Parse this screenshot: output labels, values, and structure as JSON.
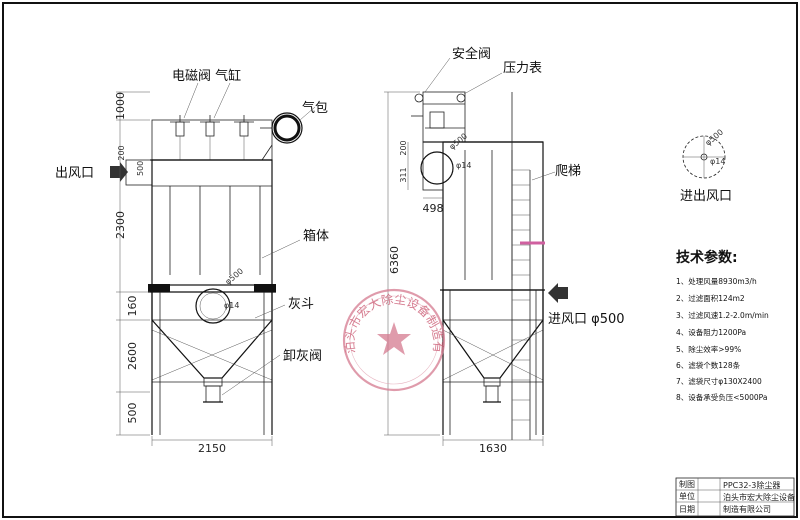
{
  "drawing": {
    "front_view": {
      "label_solenoid_cylinder": "电磁阀 气缸",
      "label_air_bag": "气包",
      "label_outlet": "出风口",
      "label_box": "箱体",
      "label_hopper": "灰斗",
      "label_discharge_valve": "卸灰阀",
      "dim_width": "2150",
      "dim_top": "1000",
      "dim_outlet_200": "200",
      "dim_outlet_500": "500",
      "dim_box": "2300",
      "dim_hopper_160": "160",
      "dim_hopper_2600": "2600",
      "dim_leg_500": "500",
      "inlet_dia": "φ500",
      "inlet_small": "φ14"
    },
    "side_view": {
      "label_safety_valve": "安全阀",
      "label_pressure_gauge": "压力表",
      "label_ladder": "爬梯",
      "label_inlet": "进风口 φ500",
      "dim_total": "6360",
      "dim_width": "1630",
      "dim_498": "498",
      "dim_311": "311",
      "dim_200": "200",
      "flange_dia": "φ500",
      "flange_small": "φ14"
    },
    "flange_detail": {
      "dia_outer": "φ500",
      "dia_hole": "φ14",
      "label": "进出风口"
    },
    "specs": {
      "title": "技术参数:",
      "items": [
        "1、处理风量8930m3/h",
        "2、过滤面积124m2",
        "3、过滤风速1.2-2.0m/min",
        "4、设备阻力1200Pa",
        "5、除尘效率>99%",
        "6、滤袋个数128条",
        "7、滤袋尺寸φ130X2400",
        "8、设备承受负压<5000Pa"
      ]
    },
    "title_block": {
      "row1": "制图",
      "row2": "单位",
      "row3": "日期",
      "model": "PPC32-3除尘器",
      "company_line1": "泊头市宏大除尘设备",
      "company_line2": "制造有限公司"
    },
    "stamp": {
      "text": "泊头市宏大除尘设备制造有限公司"
    }
  }
}
